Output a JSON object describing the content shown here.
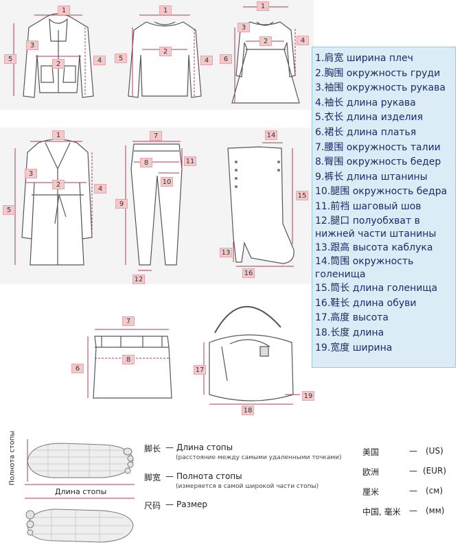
{
  "legend": [
    "1.肩宽 ширина плеч",
    "2.胸围 окружность груди",
    "3.袖围 окружность рукава",
    "4.袖长 длина рукава",
    "5.衣长 длина изделия",
    "6.裙长 длина платья",
    "7.腰围 окружность талии",
    "8.臀围 окружность бедер",
    "9.裤长 длина штанины",
    "10.腿围 окружность бедра",
    "11.前裆 шаговый шов",
    "12.腿口 полуобхват в нижней части штанины",
    "13.跟高 высота каблука",
    "14.筒围 окружность голенища",
    "15.筒长 длина голенища",
    "16.鞋长 длина обуви",
    "17.高度 высота",
    "18.长度 длина",
    "19.宽度 ширина"
  ],
  "labels": {
    "jacket": [
      "1",
      "2",
      "3",
      "4",
      "5"
    ],
    "tshirt": [
      "1",
      "2",
      "4",
      "5"
    ],
    "dress": [
      "1",
      "2",
      "3",
      "4",
      "6"
    ],
    "coat": [
      "1",
      "2",
      "3",
      "4",
      "5"
    ],
    "pants": [
      "7",
      "8",
      "9",
      "10",
      "11",
      "12"
    ],
    "boot": [
      "13",
      "14",
      "15",
      "16"
    ],
    "skirt": [
      "6",
      "7",
      "8"
    ],
    "bag": [
      "17",
      "18",
      "19"
    ]
  },
  "foot": {
    "width_label": "Полнота стопы",
    "length_label": "Длина стопы",
    "rows": [
      {
        "cn": "脚长",
        "dash": "—",
        "ru": "Длина стопы",
        "note": "(расстояние между самыми удаленными точками)"
      },
      {
        "cn": "脚宽",
        "dash": "—",
        "ru": "Полнота стопы",
        "note": "(измеряется в самой широкой части стопы)"
      },
      {
        "cn": "尺码",
        "dash": "—",
        "ru": "Размер",
        "note": ""
      }
    ],
    "units": [
      {
        "cn": "美国",
        "dash": "—",
        "code": "(US)"
      },
      {
        "cn": "欧洲",
        "dash": "—",
        "code": "(EUR)"
      },
      {
        "cn": "厘米",
        "dash": "—",
        "code": "(см)"
      },
      {
        "cn": "中国, 毫米",
        "dash": "—",
        "code": "(мм)"
      }
    ]
  }
}
